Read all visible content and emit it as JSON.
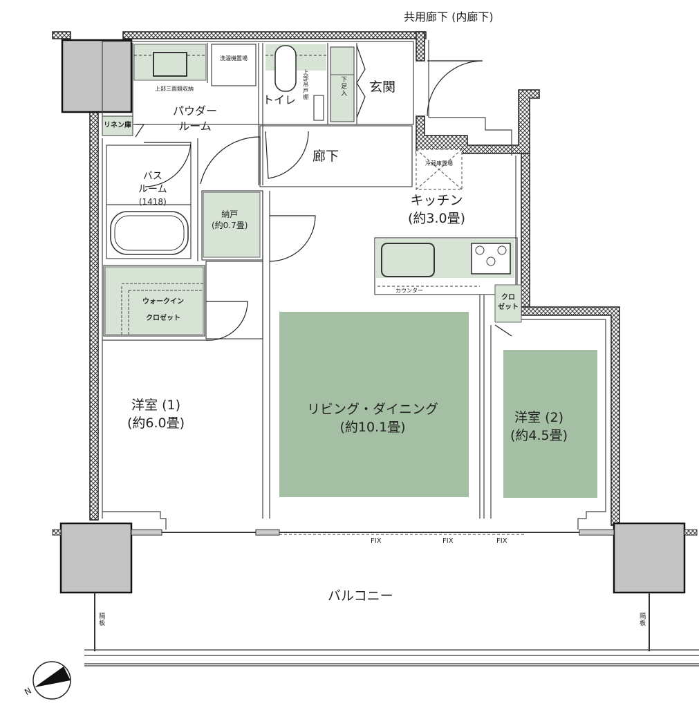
{
  "corridor": {
    "label": "共用廊下 (内廊下)"
  },
  "rooms": {
    "entrance": {
      "label": "玄関"
    },
    "shoe_storage": {
      "label": "下足入"
    },
    "toilet": {
      "label": "トイレ",
      "note": "上部吊戸棚"
    },
    "washer": {
      "label": "洗濯機置場"
    },
    "powder": {
      "label_line1": "パウダー",
      "label_line2": "ルーム",
      "note": "上部三面鏡収納"
    },
    "linen": {
      "label": "リネン庫"
    },
    "bath": {
      "label_line1": "バス",
      "label_line2": "ルーム",
      "size": "(1418)"
    },
    "hallway": {
      "label": "廊下"
    },
    "storage": {
      "label": "納戸",
      "size": "(約0.7畳)"
    },
    "fridge": {
      "label": "冷蔵庫置場"
    },
    "kitchen": {
      "label": "キッチン",
      "size": "(約3.0畳)",
      "counter": "カウンター"
    },
    "wic": {
      "label_line1": "ウォークイン",
      "label_line2": "クロゼット"
    },
    "closet": {
      "label_line1": "クロ",
      "label_line2": "ゼット"
    },
    "bedroom1": {
      "label": "洋室 (1)",
      "size": "(約6.0畳)"
    },
    "living": {
      "label": "リビング・ダイニング",
      "size": "(約10.1畳)"
    },
    "bedroom2": {
      "label": "洋室 (2)",
      "size": "(約4.5畳)"
    },
    "balcony": {
      "label": "バルコニー"
    }
  },
  "windows": {
    "fix_labels": [
      "FIX",
      "FIX",
      "FIX"
    ]
  },
  "partitions": {
    "left": "隔板",
    "right": "隔板"
  },
  "compass": {
    "north_label": "N"
  },
  "colors": {
    "room_green": "#a4bfa3",
    "fixture_green": "#d7e3d5",
    "column_gray": "#c4c4c4",
    "wall_dark": "#222222"
  }
}
